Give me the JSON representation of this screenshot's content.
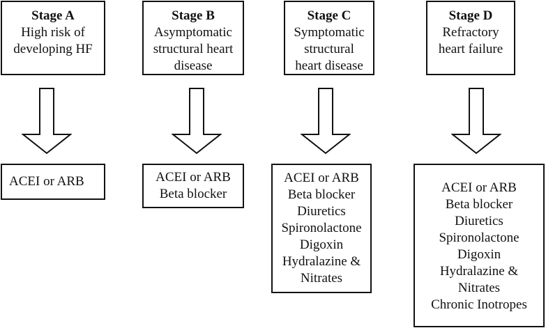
{
  "stages": [
    {
      "title": "Stage A",
      "lines": [
        "High risk of",
        "developing HF"
      ]
    },
    {
      "title": "Stage B",
      "lines": [
        "Asymptomatic",
        "structural heart",
        "disease"
      ]
    },
    {
      "title": "Stage C",
      "lines": [
        "Symptomatic",
        "structural",
        "heart disease"
      ]
    },
    {
      "title": "Stage D",
      "lines": [
        "Refractory",
        "heart failure"
      ]
    }
  ],
  "treatments": [
    [
      "ACEI or ARB"
    ],
    [
      "ACEI or ARB",
      "Beta blocker"
    ],
    [
      "ACEI or ARB",
      "Beta blocker",
      "Diuretics",
      "Spironolactone",
      "Digoxin",
      "Hydralazine &",
      "Nitrates"
    ],
    [
      "ACEI or ARB",
      "Beta blocker",
      "Diuretics",
      "Spironolactone",
      "Digoxin",
      "Hydralazine &",
      "Nitrates",
      "Chronic Inotropes"
    ]
  ],
  "colors": {
    "stroke": "#111111",
    "background": "#ffffff"
  }
}
